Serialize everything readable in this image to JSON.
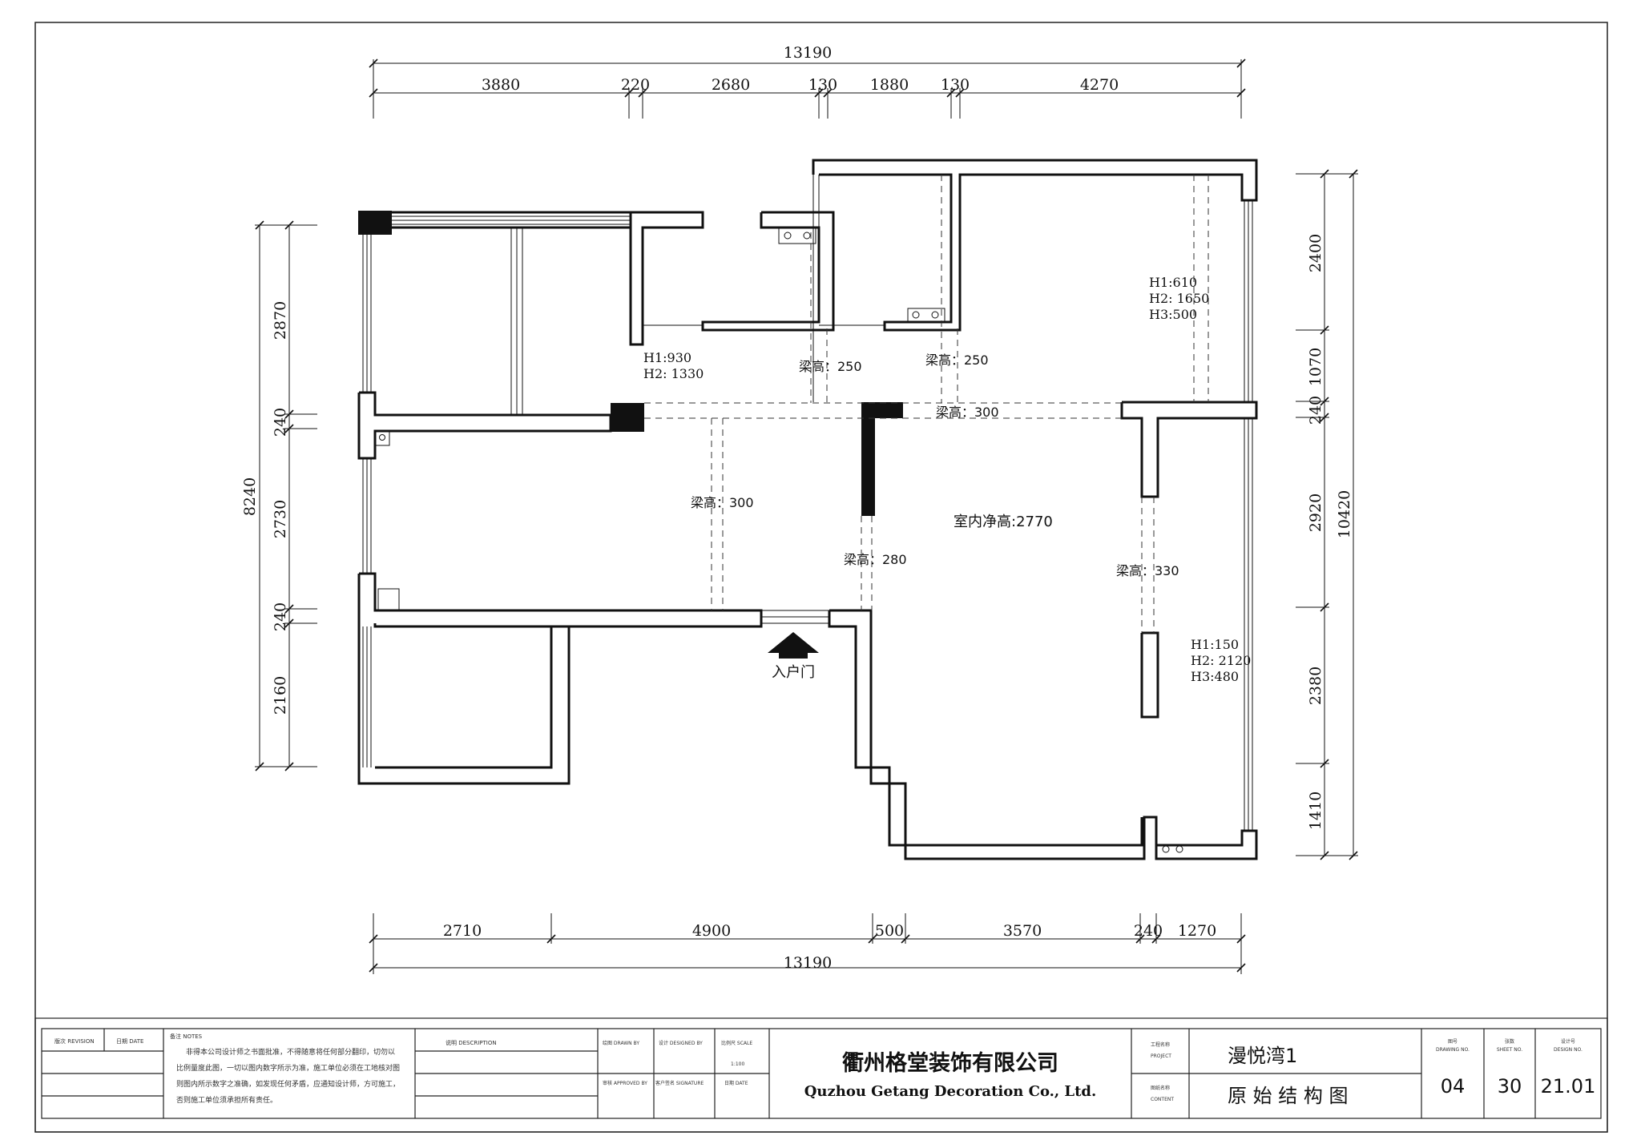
{
  "dimensions": {
    "top_total": "13190",
    "top_segments": [
      "3880",
      "220",
      "2680",
      "130",
      "1880",
      "130",
      "4270"
    ],
    "bottom_segments": [
      "2710",
      "4900",
      "500",
      "3570",
      "240",
      "1270"
    ],
    "bottom_total": "13190",
    "left_total": "8240",
    "left_segments": [
      "2870",
      "240",
      "2730",
      "240",
      "2160"
    ],
    "right_total": "10420",
    "right_segments": [
      "2400",
      "1070",
      "240",
      "2920",
      "2380",
      "1410"
    ]
  },
  "labels": {
    "window_a": [
      "H1:930",
      "H2: 1330"
    ],
    "window_b": [
      "H1:610",
      "H2: 1650",
      "H3:500"
    ],
    "window_c": [
      "H1:150",
      "H2: 2120",
      "H3:480"
    ],
    "beam_1": "梁高：250",
    "beam_2": "梁高：250",
    "beam_3": "梁高：300",
    "beam_4": "梁高：300",
    "beam_5": "梁高：280",
    "beam_6": "梁高：330",
    "ceiling": "室内净高:2770",
    "entrance": "入户门"
  },
  "title_block": {
    "revision": "版次 REVISION",
    "date": "日期 DATE",
    "notes_title": "备注 NOTES",
    "notes": [
      "非得本公司设计师之书面批准，不得随意将任何部分翻印，切勿以",
      "比例量度此图，一切以图内数字所示为准，施工单位必须在工地核对图",
      "则图内所示数字之准确，如发现任何矛盾，应通知设计师，方可施工，",
      "否则施工单位须承担所有责任。"
    ],
    "description": "说明 DESCRIPTION",
    "drawn_by": "绘图 DRAWN BY",
    "designed_by": "设计 DESIGNED BY",
    "scale_label": "比例尺 SCALE",
    "scale_value": "1:100",
    "approved_by": "审核 APPROVED BY",
    "signature": "客户签名 SIGNATURE",
    "date2": "日期 DATE",
    "company_cn": "衢州格堂装饰有限公司",
    "company_en": "Quzhou Getang Decoration Co., Ltd.",
    "project_label": "工程名称",
    "project_label_en": "PROJECT",
    "project_name": "漫悦湾1",
    "drawing_name_label": "图纸名称",
    "drawing_name_label_en": "CONTENT",
    "drawing_name": "原 始 结 构 图",
    "drawing_no_label": "图号",
    "drawing_no_label_en": "DRAWING NO.",
    "drawing_no": "04",
    "sheet_label": "张数",
    "sheet_label_en": "SHEET NO.",
    "sheet_no": "30",
    "design_no_label": "设计号",
    "design_no_label_en": "DESIGN NO.",
    "design_no": "21.01"
  }
}
